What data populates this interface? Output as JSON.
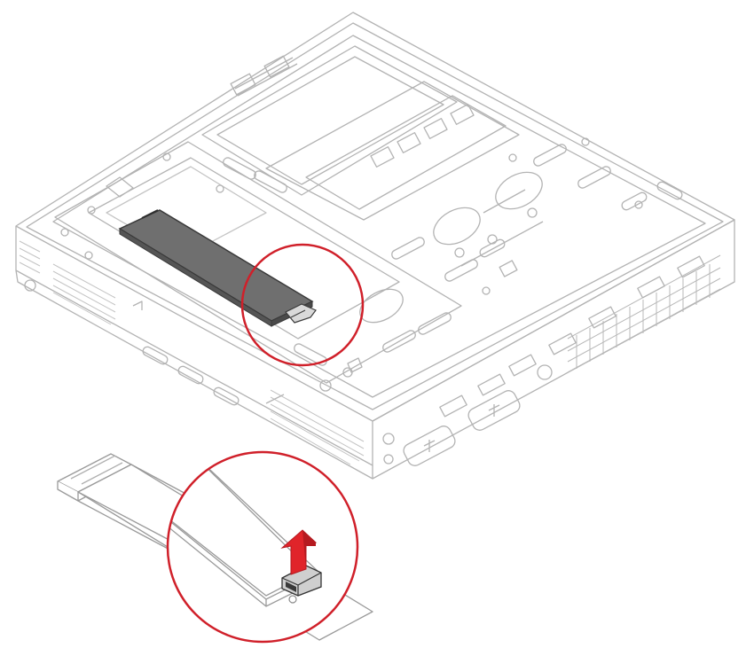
{
  "figure": {
    "colors": {
      "line": "#b3b3b3",
      "line_dark": "#8c8c8c",
      "ssd_fill": "#6f6f6f",
      "ssd_dark": "#3a3a3a",
      "callout": "#d0202a",
      "arrow": "#e0242a",
      "background": "#ffffff"
    },
    "icons": [
      "chassis-illustration",
      "m2-ssd",
      "retention-latch",
      "lift-arrow",
      "callout-circle"
    ]
  }
}
